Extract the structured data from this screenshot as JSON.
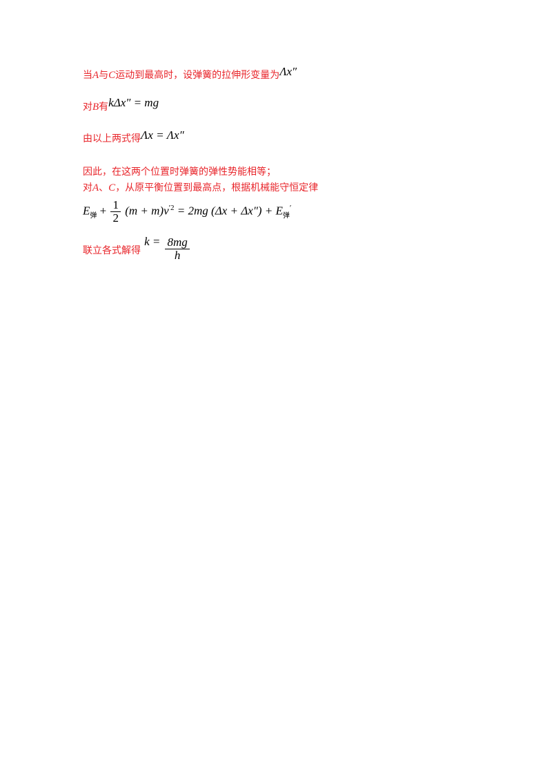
{
  "line1": {
    "t1": "当",
    "v1": "A",
    "t2": "与",
    "v2": "C",
    "t3": "运动到最高时，设弹簧的拉伸形变量为",
    "math": "Λx″"
  },
  "line2": {
    "t1": "对",
    "v1": "B",
    "t2": "有",
    "math_k": "k",
    "math_rest": "Δx″ = mg"
  },
  "line3": {
    "text": "由以上两式得",
    "math": "Λx = Λx″"
  },
  "line4": {
    "text": "因此，在这两个位置时弹簧的弹性势能相等；"
  },
  "line5": {
    "t1": "对",
    "v1": "A",
    "t2": "、",
    "v2": "C",
    "t3": "，从原平衡位置到最高点，根据机械能守恒定律"
  },
  "equation": {
    "E": "E",
    "sub1": "弹",
    "plus": "+",
    "frac_num": "1",
    "frac_den": "2",
    "paren": "(m + m)",
    "v": "v",
    "sup": "′2",
    "rhs": "= 2mg (Δx + Δx″) + E",
    "sub2": "弹",
    "prime": "′"
  },
  "line7": {
    "text": "联立各式解得",
    "k": "k =",
    "num": "8mg",
    "den": "h"
  }
}
